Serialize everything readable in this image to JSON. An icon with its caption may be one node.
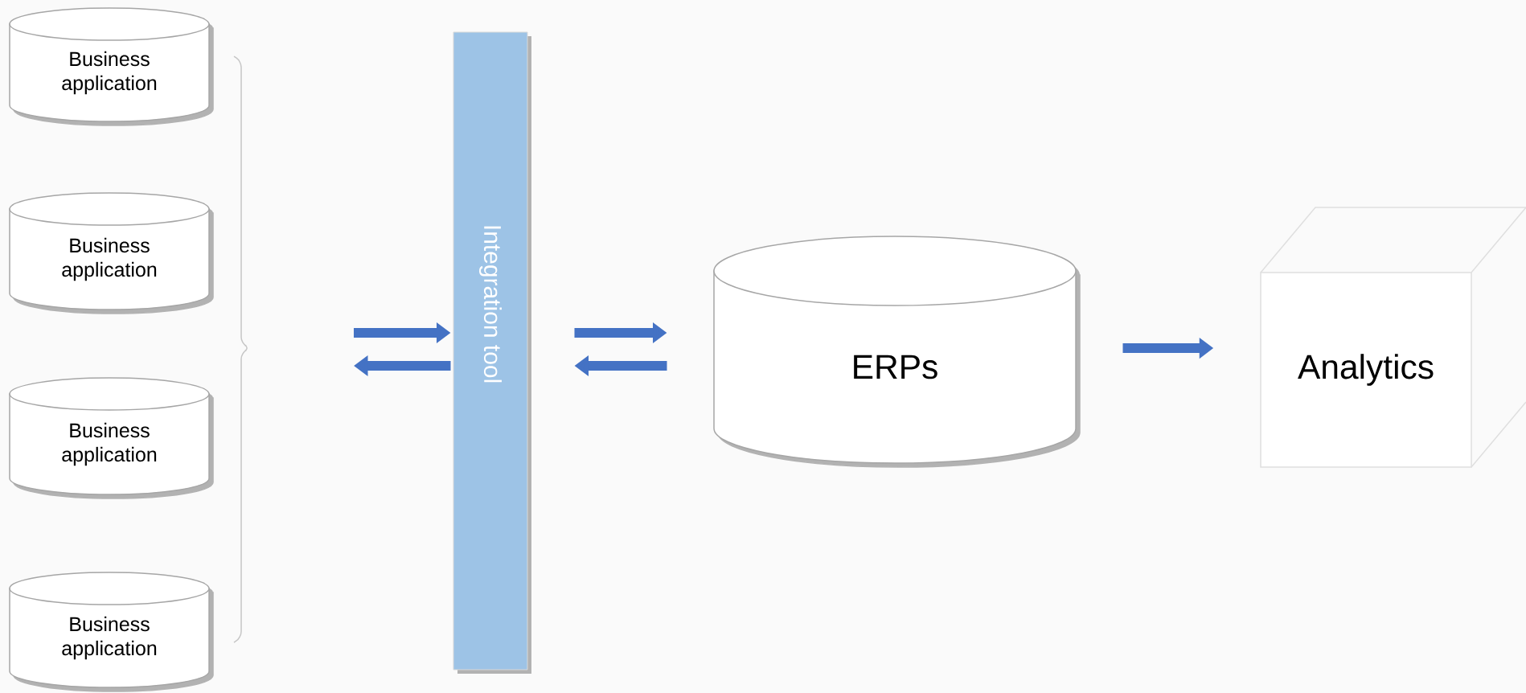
{
  "diagram": {
    "nodes": [
      {
        "text": [
          "Business application"
        ]
      },
      {
        "text": [
          "Business application"
        ]
      },
      {
        "text": [
          "Business application"
        ]
      },
      {
        "text": [
          "Business application"
        ]
      },
      {
        "text": [
          "Integration tool"
        ]
      },
      {
        "text": [
          "ERPs"
        ]
      },
      {
        "text": [
          "Analytics"
        ]
      }
    ],
    "edges": [
      {
        "from": null,
        "to": 4,
        "arrow": "to"
      },
      {
        "from": 4,
        "to": null,
        "arrow": "to"
      },
      {
        "from": 4,
        "to": 5,
        "arrow": "to"
      },
      {
        "from": 5,
        "to": 4,
        "arrow": "to"
      },
      {
        "from": 5,
        "to": 6,
        "arrow": "to"
      }
    ]
  }
}
